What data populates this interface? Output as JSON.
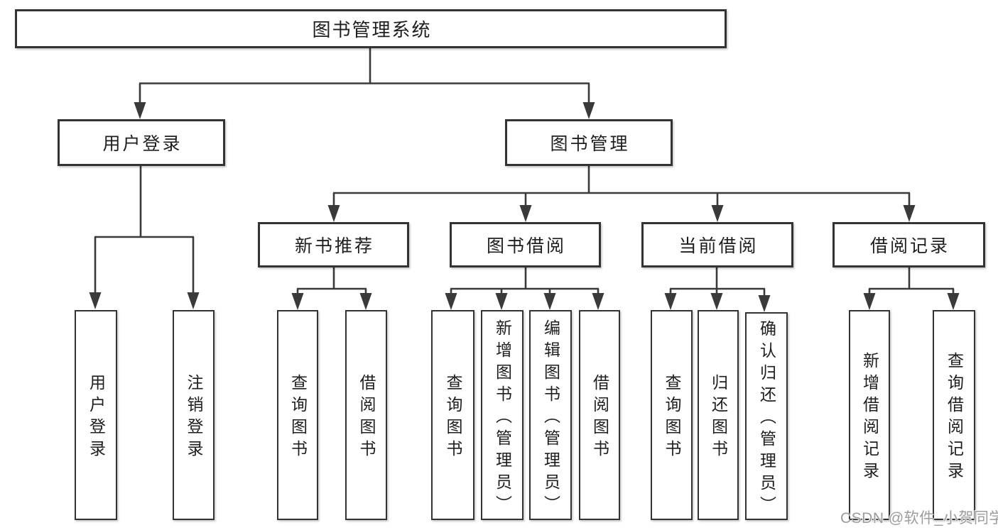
{
  "diagram": {
    "root_label": "图书管理系统",
    "level2": {
      "user_login": "用户登录",
      "book_management": "图书管理"
    },
    "level3": {
      "new_book_recommend": "新书推荐",
      "book_borrow": "图书借阅",
      "current_borrow": "当前借阅",
      "borrow_record": "借阅记录"
    },
    "leaves": {
      "user_login": "用户登录",
      "logout": "注销登录",
      "nb_query_books": "查询图书",
      "nb_borrow_books": "借阅图书",
      "bb_query_books": "查询图书",
      "bb_add_books": "新增图书（管理员）",
      "bb_edit_books": "编辑图书（管理员）",
      "bb_borrow_books": "借阅图书",
      "cb_query_books": "查询图书",
      "cb_return_books": "归还图书",
      "cb_confirm_return": "确认归还（管理员）",
      "br_add_record": "新增借阅记录",
      "br_query_record": "查询借阅记录"
    }
  },
  "watermark": {
    "text": "CSDN @软件_小贺同学"
  },
  "colors": {
    "line": "#3a3a3a",
    "box_border": "#333333",
    "text": "#1e1e1e",
    "background": "#ffffff",
    "watermark": "#9c9c9c"
  }
}
